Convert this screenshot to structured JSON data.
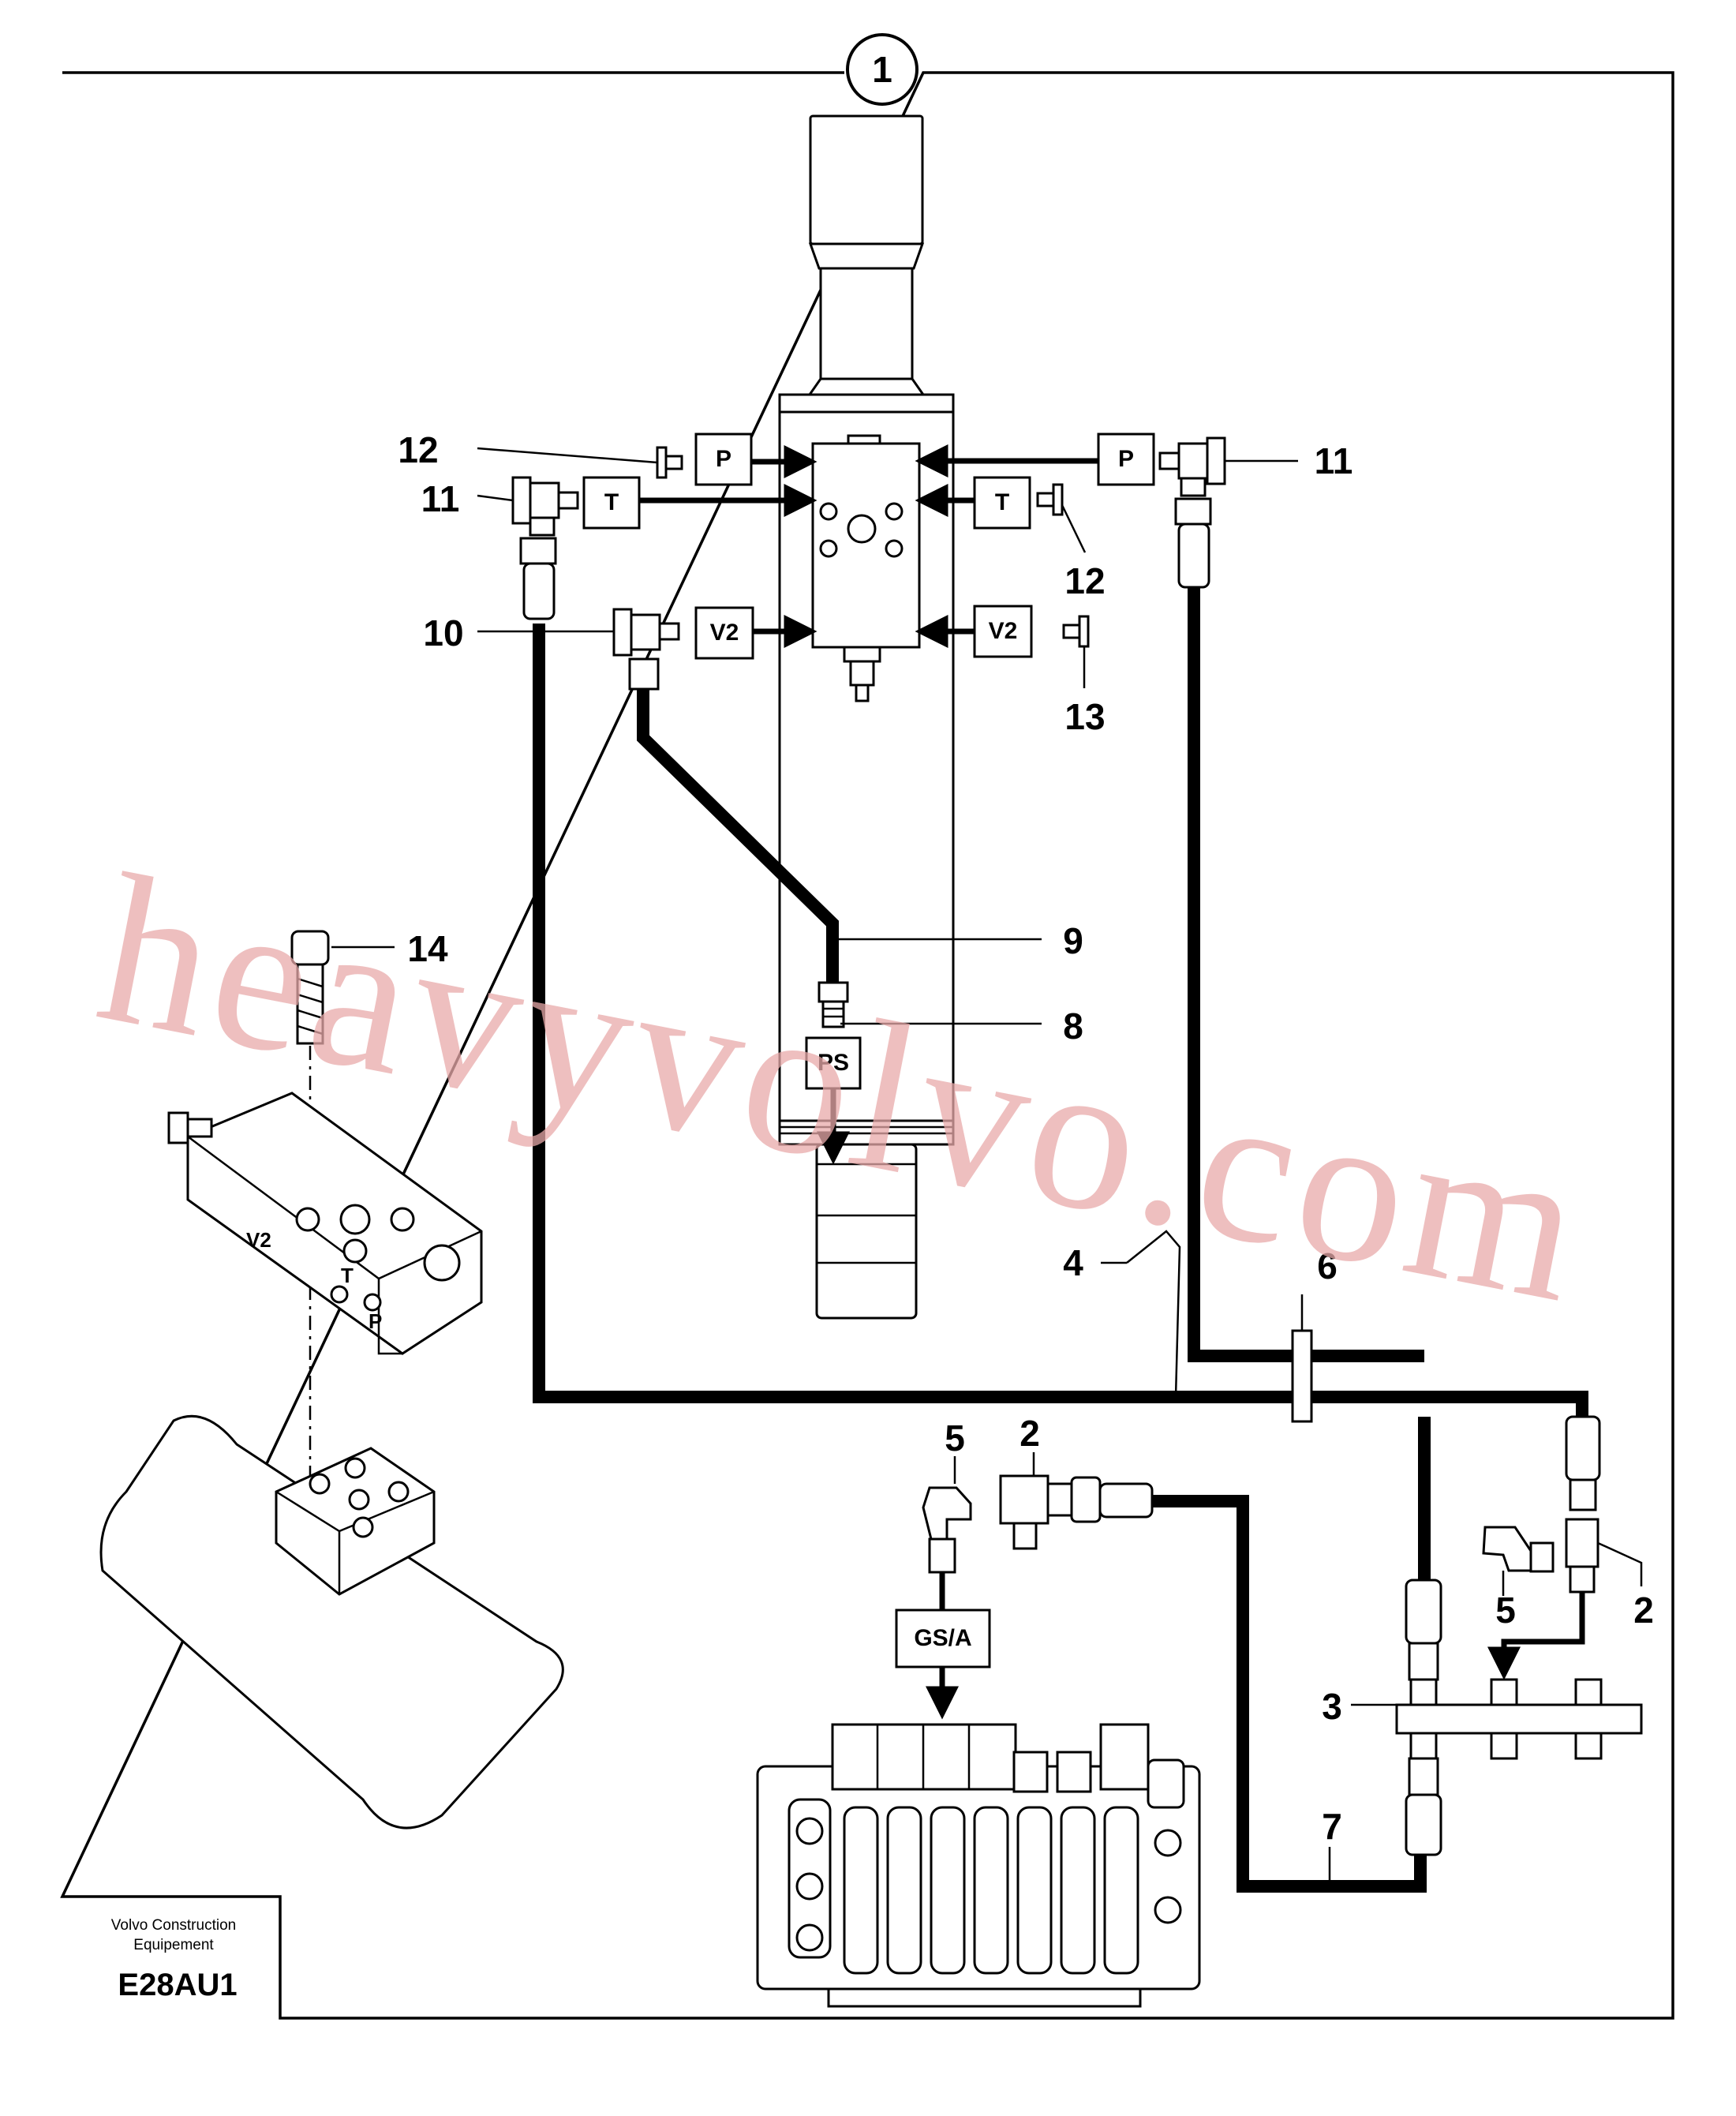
{
  "header": {
    "callout": "1"
  },
  "port_boxes": {
    "p_left": "P",
    "p_right": "P",
    "t_left": "T",
    "t_right": "T",
    "v2_left": "V2",
    "v2_right": "V2",
    "ps": "PS",
    "gsa": "GS/A"
  },
  "part_labels": {
    "n12_top": "12",
    "n11_left": "11",
    "n11_right": "11",
    "n12_right": "12",
    "n10": "10",
    "n13": "13",
    "n14": "14",
    "n9": "9",
    "n8": "8",
    "n4": "4",
    "n6": "6",
    "n5_left": "5",
    "n2_left": "2",
    "n5_right": "5",
    "n2_right": "2",
    "n3": "3",
    "n7": "7"
  },
  "valve_block_markings": {
    "v2": "V2",
    "t": "T",
    "p": "P"
  },
  "title_block": {
    "company_line1": "Volvo Construction",
    "company_line2": "Equipement",
    "drawing_code": "E28AU1"
  },
  "watermark": "heavyvolvo.com"
}
